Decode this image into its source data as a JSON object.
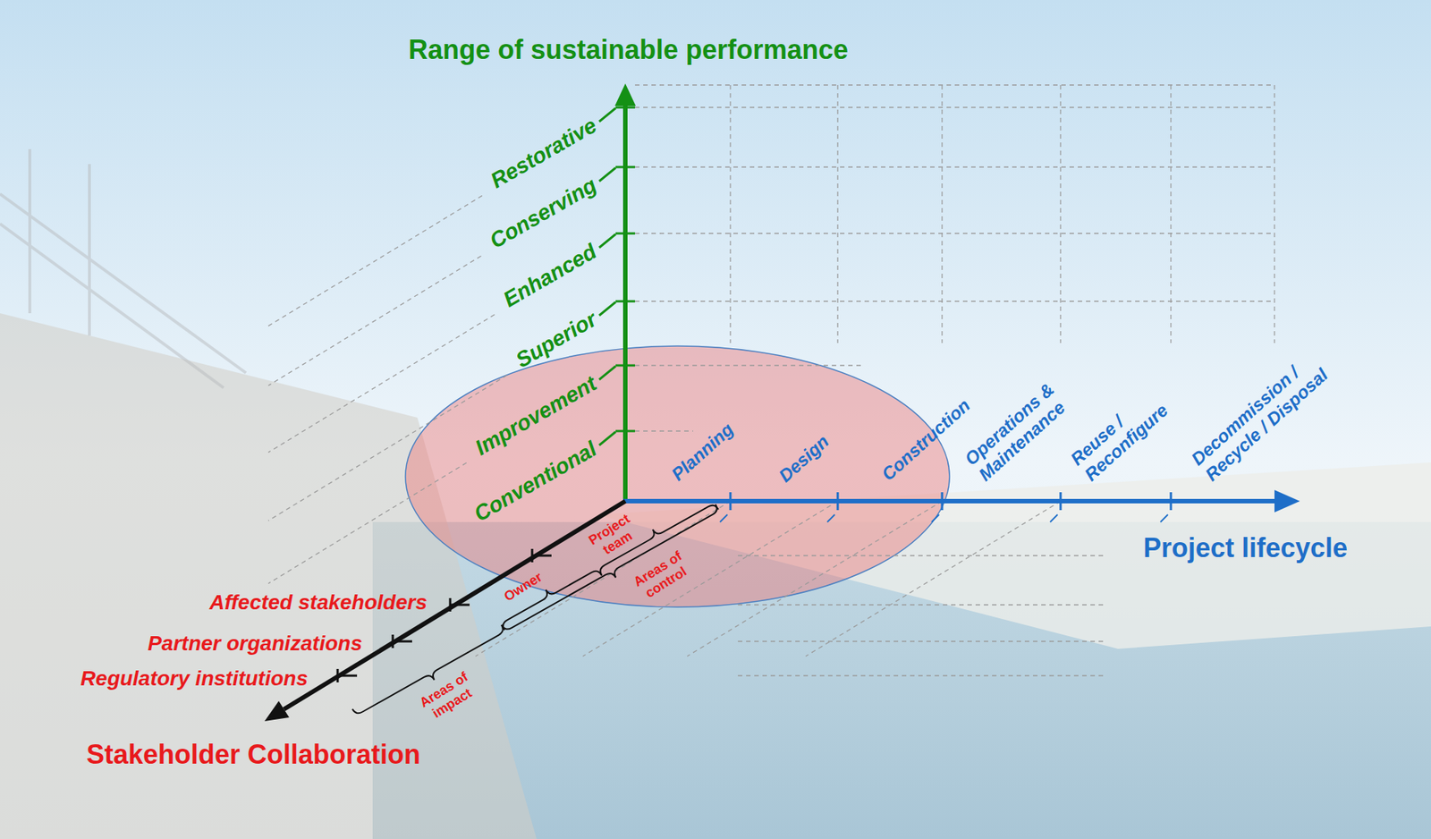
{
  "diagram": {
    "labels": [
      "Range of sustainable performance",
      "Restorative",
      "Conserving",
      "Enhanced",
      "Superior",
      "Improvement",
      "Conventional",
      "Planning",
      "Design",
      "Construction",
      "Operations & Maintenance",
      "Reuse / Reconfigure",
      "Decommission / Recycle / Disposal",
      "Project lifecycle",
      "Project team",
      "Owner",
      "Areas of control",
      "Areas of impact",
      "Affected stakeholders",
      "Partner organizations",
      "Regulatory institutions",
      "Stakeholder Collaboration"
    ]
  }
}
